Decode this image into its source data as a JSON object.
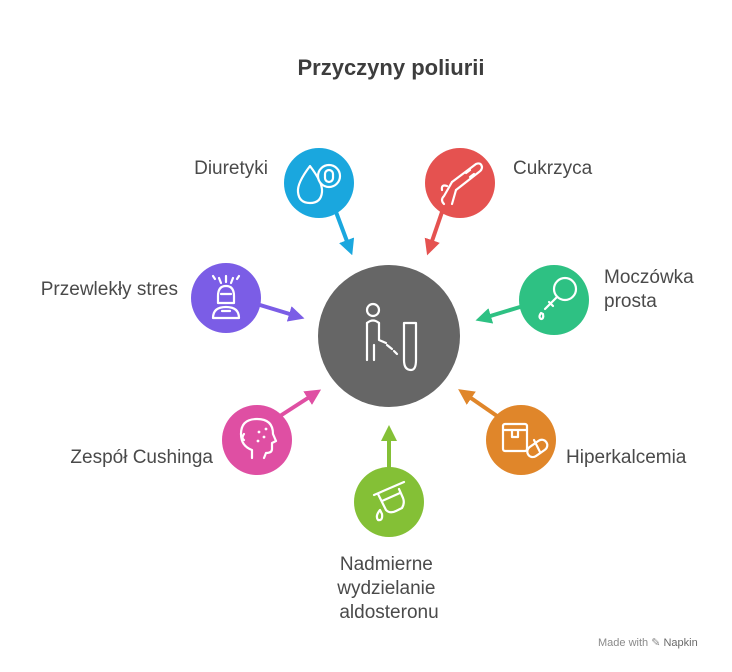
{
  "title": "Przyczyny poliurii",
  "center": {
    "icon": "urinating-person-icon",
    "color": "#666666"
  },
  "causes": [
    {
      "id": "diuretyki",
      "lines": [
        "Diuretyki"
      ],
      "icon": "water-drop-pill-icon",
      "color": "#1aa7de"
    },
    {
      "id": "cukrzyca",
      "lines": [
        "Cukrzyca"
      ],
      "icon": "glucose-meter-hand-icon",
      "color": "#e55250"
    },
    {
      "id": "moczowka",
      "lines": [
        "Moczówka",
        "prosta"
      ],
      "icon": "dropper-icon",
      "color": "#2ec183"
    },
    {
      "id": "hiperkalcemia",
      "lines": [
        "Hiperkalcemia"
      ],
      "icon": "pills-box-icon",
      "color": "#e0862a"
    },
    {
      "id": "aldosteron",
      "lines": [
        "Nadmierne",
        "wydzielanie",
        "aldosteronu"
      ],
      "icon": "test-tube-icon",
      "color": "#84c036"
    },
    {
      "id": "cushing",
      "lines": [
        "Zespół Cushinga"
      ],
      "icon": "face-rash-icon",
      "color": "#df4fa3"
    },
    {
      "id": "stres",
      "lines": [
        "Przewlekły stres"
      ],
      "icon": "stressed-person-icon",
      "color": "#7b5de6"
    }
  ],
  "footer": {
    "prefix": "Made with",
    "brand": "Napkin"
  }
}
